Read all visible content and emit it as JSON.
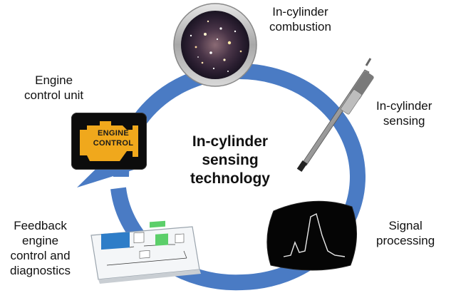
{
  "center_title": [
    "In-cylinder",
    "sensing",
    "technology"
  ],
  "labels": {
    "combustion": [
      "In-cylinder",
      "combustion"
    ],
    "sensing": [
      "In-cylinder",
      "sensing"
    ],
    "signal": [
      "Signal",
      "processing"
    ],
    "feedback": [
      "Feedback",
      "engine",
      "control and",
      "diagnostics"
    ],
    "ecu": [
      "Engine",
      "control unit"
    ]
  },
  "ecu_icon_text": [
    "ENGINE",
    "CONTROL"
  ],
  "icons": {
    "combustion": "combustion-image-icon",
    "sensor": "pressure-sensor-icon",
    "signal": "signal-waveform-icon",
    "feedback": "control-block-diagram-icon",
    "ecu": "engine-check-icon"
  },
  "colors": {
    "cycle_arrow": "#4a7bc4",
    "ecu_icon": "#f0a81c",
    "text": "#111111"
  }
}
